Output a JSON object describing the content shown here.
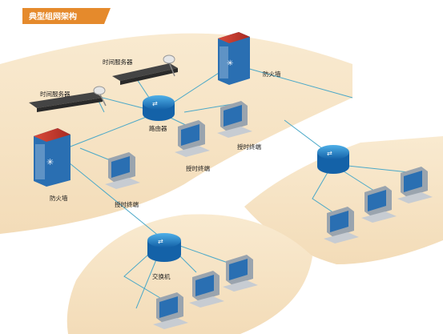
{
  "title": "典型组网架构",
  "labels": {
    "time_server_a": "时间服务器",
    "time_server_b": "时间服务器",
    "firewall_top": "防火墙",
    "firewall_left": "防火墙",
    "router": "路由器",
    "switch": "交换机",
    "terminal_1": "授时终端",
    "terminal_2": "授时终端",
    "terminal_3": "授时终端"
  },
  "colors": {
    "zone": "#f7e4c4",
    "cable": "#4aa8c8",
    "device_blue": "#1f7fbf",
    "title_bg": "#e58a2c"
  }
}
